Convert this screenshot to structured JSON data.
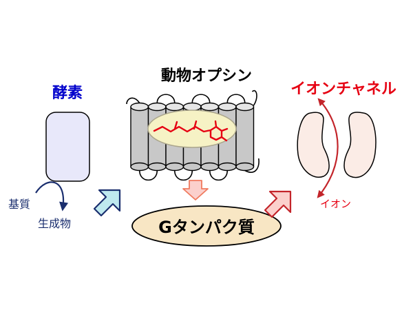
{
  "labels": {
    "opsin": "動物オプシン",
    "enzyme": "酵素",
    "channel": "イオンチャネル",
    "g_protein": "Gタンパク質",
    "substrate": "基質",
    "product": "生成物",
    "ion": "イオン"
  },
  "colors": {
    "enzyme": "#0000cc",
    "channel": "#e60012",
    "retinal": "#e60012",
    "enzyme_box": "#e8e8fa",
    "channel_fill": "#fbece6",
    "g_protein_fill": "#f8e6c4",
    "arrow_blue": "#bfe9ef",
    "arrow_red": "#fbd0cc",
    "navy": "#1a2e6e"
  }
}
